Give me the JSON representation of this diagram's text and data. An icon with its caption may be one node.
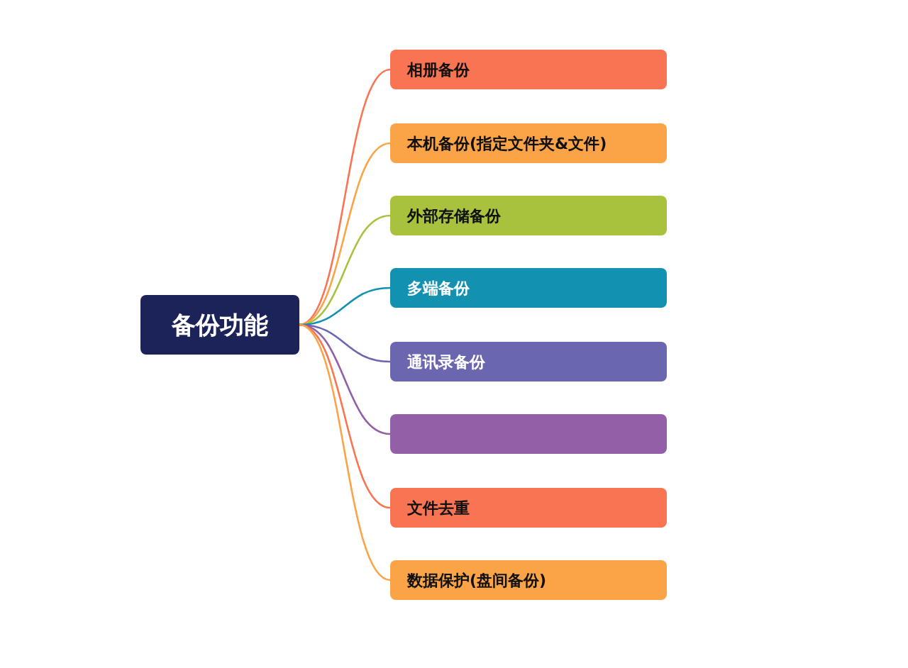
{
  "diagram": {
    "nodes": [
      {
        "text": [
          "备份功能"
        ]
      },
      {
        "text": [
          "相册备份"
        ]
      },
      {
        "text": [
          "本机备份(指定文件夹&文件)"
        ]
      },
      {
        "text": [
          "外部存储备份"
        ]
      },
      {
        "text": [
          "多端备份"
        ]
      },
      {
        "text": [
          "通讯录备份"
        ]
      },
      {
        "text": [],
        "shape": "box"
      },
      {
        "text": [
          "文件去重"
        ]
      },
      {
        "text": [
          "数据保护(盘间备份)"
        ]
      }
    ],
    "edges": [
      {
        "from": 0,
        "to": 1,
        "arrow": "none",
        "color": "#f97452"
      },
      {
        "from": 0,
        "to": 2,
        "arrow": "none",
        "color": "#fba447"
      },
      {
        "from": 0,
        "to": 3,
        "arrow": "none",
        "color": "#a8c23d"
      },
      {
        "from": 0,
        "to": 4,
        "arrow": "none",
        "color": "#1391b0"
      },
      {
        "from": 0,
        "to": 5,
        "arrow": "none",
        "color": "#6b66b0"
      },
      {
        "from": 0,
        "to": 6,
        "arrow": "none",
        "color": "#9360a8"
      },
      {
        "from": 0,
        "to": 7,
        "arrow": "none",
        "color": "#f97452"
      },
      {
        "from": 0,
        "to": 8,
        "arrow": "none",
        "color": "#fba447"
      }
    ]
  }
}
